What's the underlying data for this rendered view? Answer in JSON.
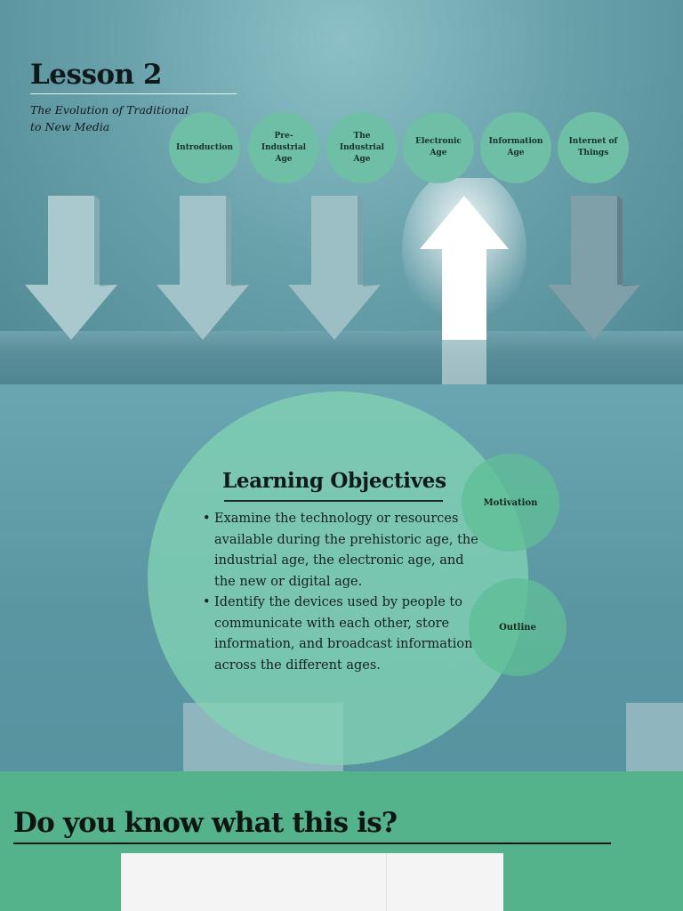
{
  "slide1": {
    "title": "Lesson 2",
    "subtitle": "The Evolution of Traditional to New Media",
    "topics": [
      {
        "label": "Introduction"
      },
      {
        "label": "Pre-Industrial Age"
      },
      {
        "label": "The Industrial Age"
      },
      {
        "label": "Electronic Age"
      },
      {
        "label": "Information Age"
      },
      {
        "label": "Internet of Things"
      }
    ]
  },
  "slide2": {
    "title": "Learning Objectives",
    "objectives": [
      "Examine the technology or resources available during the prehistoric age, the industrial age, the electronic age, and the new or digital age.",
      "Identify the devices used by people to communicate with each other, store information, and broadcast information across the different ages."
    ],
    "motivation_label": "Motivation",
    "outline_label": "Outline"
  },
  "slide3": {
    "question": "Do you know what this is?"
  },
  "colors": {
    "topic_circle": "#6fbfa6",
    "accent_green": "#55b38b",
    "background_teal": "#5e98a4"
  }
}
